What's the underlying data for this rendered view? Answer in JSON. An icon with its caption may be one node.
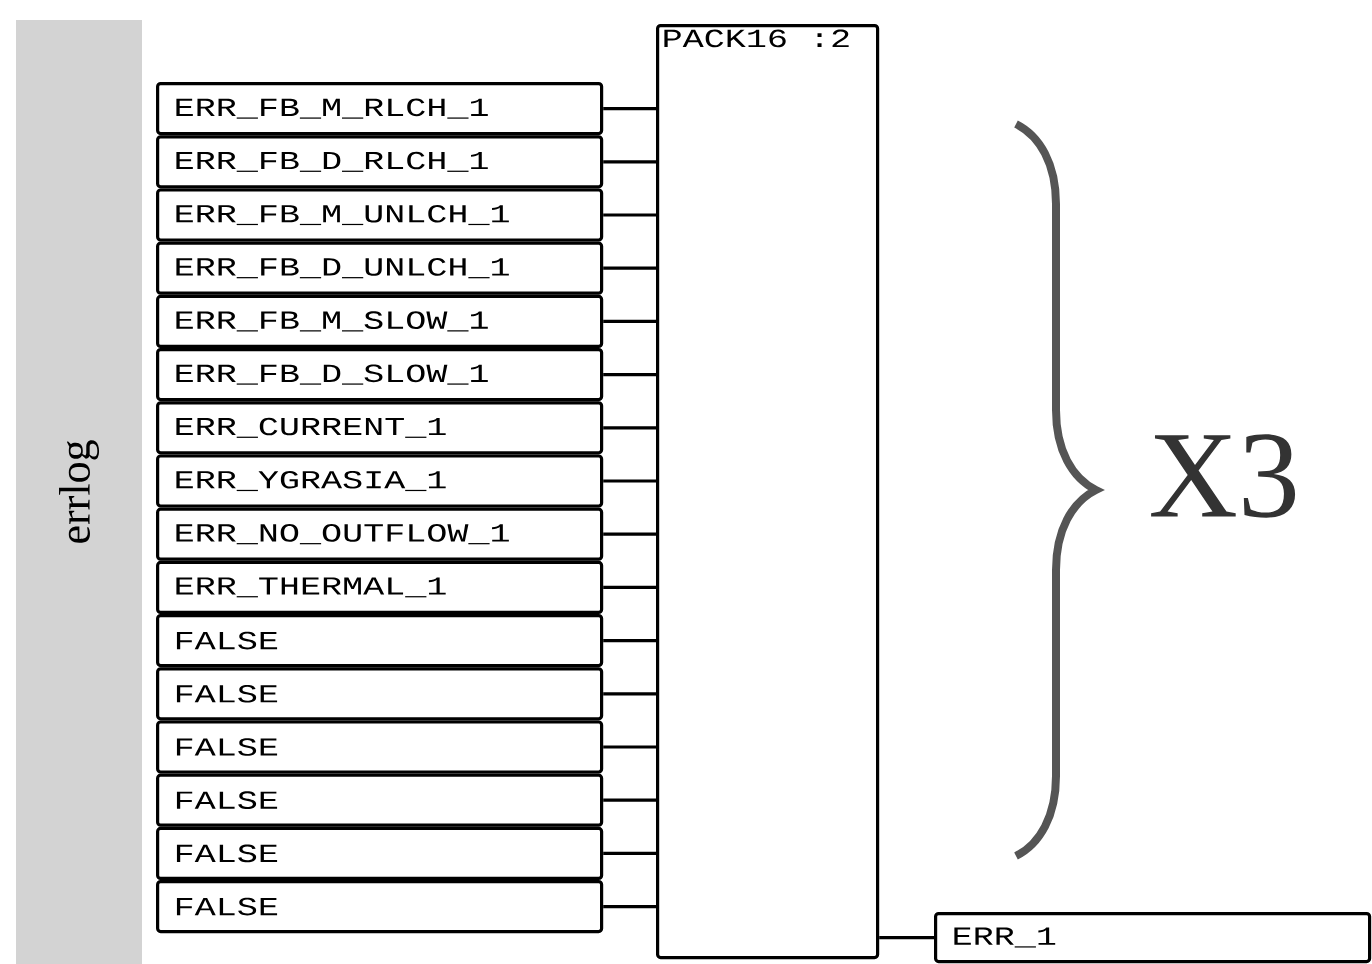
{
  "diagram": {
    "nodes": [
      {
        "text": [
          "errlog"
        ]
      },
      {
        "text": [
          "ERR_FB_M_RLCH_1"
        ]
      },
      {
        "text": [
          "ERR_FB_D_RLCH_1"
        ]
      },
      {
        "text": [
          "ERR_FB_M_UNLCH_1"
        ]
      },
      {
        "text": [
          "ERR_FB_D_UNLCH_1"
        ]
      },
      {
        "text": [
          "ERR_FB_M_SLOW_1"
        ]
      },
      {
        "text": [
          "ERR_FB_D_SLOW_1"
        ]
      },
      {
        "text": [
          "ERR_CURRENT_1"
        ]
      },
      {
        "text": [
          "ERR_YGRASIA_1"
        ]
      },
      {
        "text": [
          "ERR_NO_OUTFLOW_1"
        ]
      },
      {
        "text": [
          "ERR_THERMAL_1"
        ]
      },
      {
        "text": [
          "FALSE"
        ]
      },
      {
        "text": [
          "FALSE"
        ]
      },
      {
        "text": [
          "FALSE"
        ]
      },
      {
        "text": [
          "FALSE"
        ]
      },
      {
        "text": [
          "FALSE"
        ]
      },
      {
        "text": [
          "FALSE"
        ]
      },
      {
        "text": [
          "PACK16 :2"
        ]
      },
      {
        "text": [
          "ERR_1"
        ]
      }
    ],
    "edges": [
      {
        "from": 1,
        "to": 17,
        "arrow": "none"
      },
      {
        "from": 2,
        "to": 17,
        "arrow": "none"
      },
      {
        "from": 3,
        "to": 17,
        "arrow": "none"
      },
      {
        "from": 4,
        "to": 17,
        "arrow": "none"
      },
      {
        "from": 5,
        "to": 17,
        "arrow": "none"
      },
      {
        "from": 6,
        "to": 17,
        "arrow": "none"
      },
      {
        "from": 7,
        "to": 17,
        "arrow": "none"
      },
      {
        "from": 8,
        "to": 17,
        "arrow": "none"
      },
      {
        "from": 9,
        "to": 17,
        "arrow": "none"
      },
      {
        "from": 10,
        "to": 17,
        "arrow": "none"
      },
      {
        "from": 11,
        "to": 17,
        "arrow": "none"
      },
      {
        "from": 12,
        "to": 17,
        "arrow": "none"
      },
      {
        "from": 13,
        "to": 17,
        "arrow": "none"
      },
      {
        "from": 14,
        "to": 17,
        "arrow": "none"
      },
      {
        "from": 15,
        "to": 17,
        "arrow": "none"
      },
      {
        "from": 16,
        "to": 17,
        "arrow": "none"
      },
      {
        "from": 17,
        "to": 18,
        "arrow": "none"
      }
    ],
    "labels": [
      "X3"
    ]
  }
}
